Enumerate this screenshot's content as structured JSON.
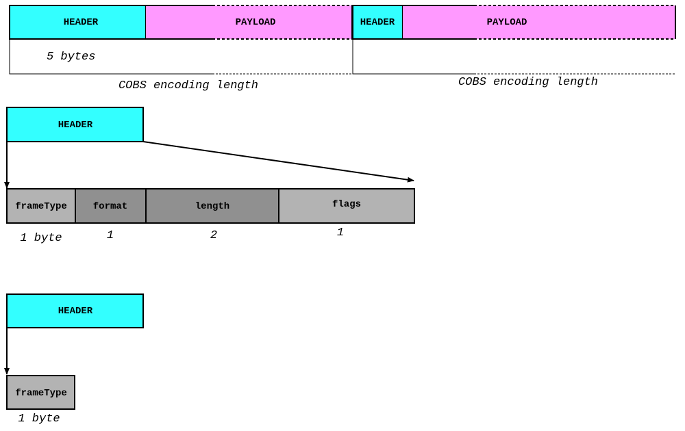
{
  "colors": {
    "header": "#33FFFF",
    "payload": "#FF99FF",
    "field_dark": "#909090",
    "field_light": "#B3B3B3"
  },
  "frames": [
    {
      "header": "HEADER",
      "payload": "PAYLOAD",
      "header_size": "5 bytes",
      "span": "COBS encoding length"
    },
    {
      "header": "HEADER",
      "payload": "PAYLOAD",
      "span": "COBS encoding length"
    }
  ],
  "header_full": {
    "title": "HEADER",
    "fields": [
      {
        "name": "frameType",
        "size": "1 byte"
      },
      {
        "name": "format",
        "size": "1"
      },
      {
        "name": "length",
        "size": "2"
      },
      {
        "name": "flags",
        "size": "1"
      }
    ]
  },
  "header_short": {
    "title": "HEADER",
    "fields": [
      {
        "name": "frameType",
        "size": "1 byte"
      }
    ]
  }
}
